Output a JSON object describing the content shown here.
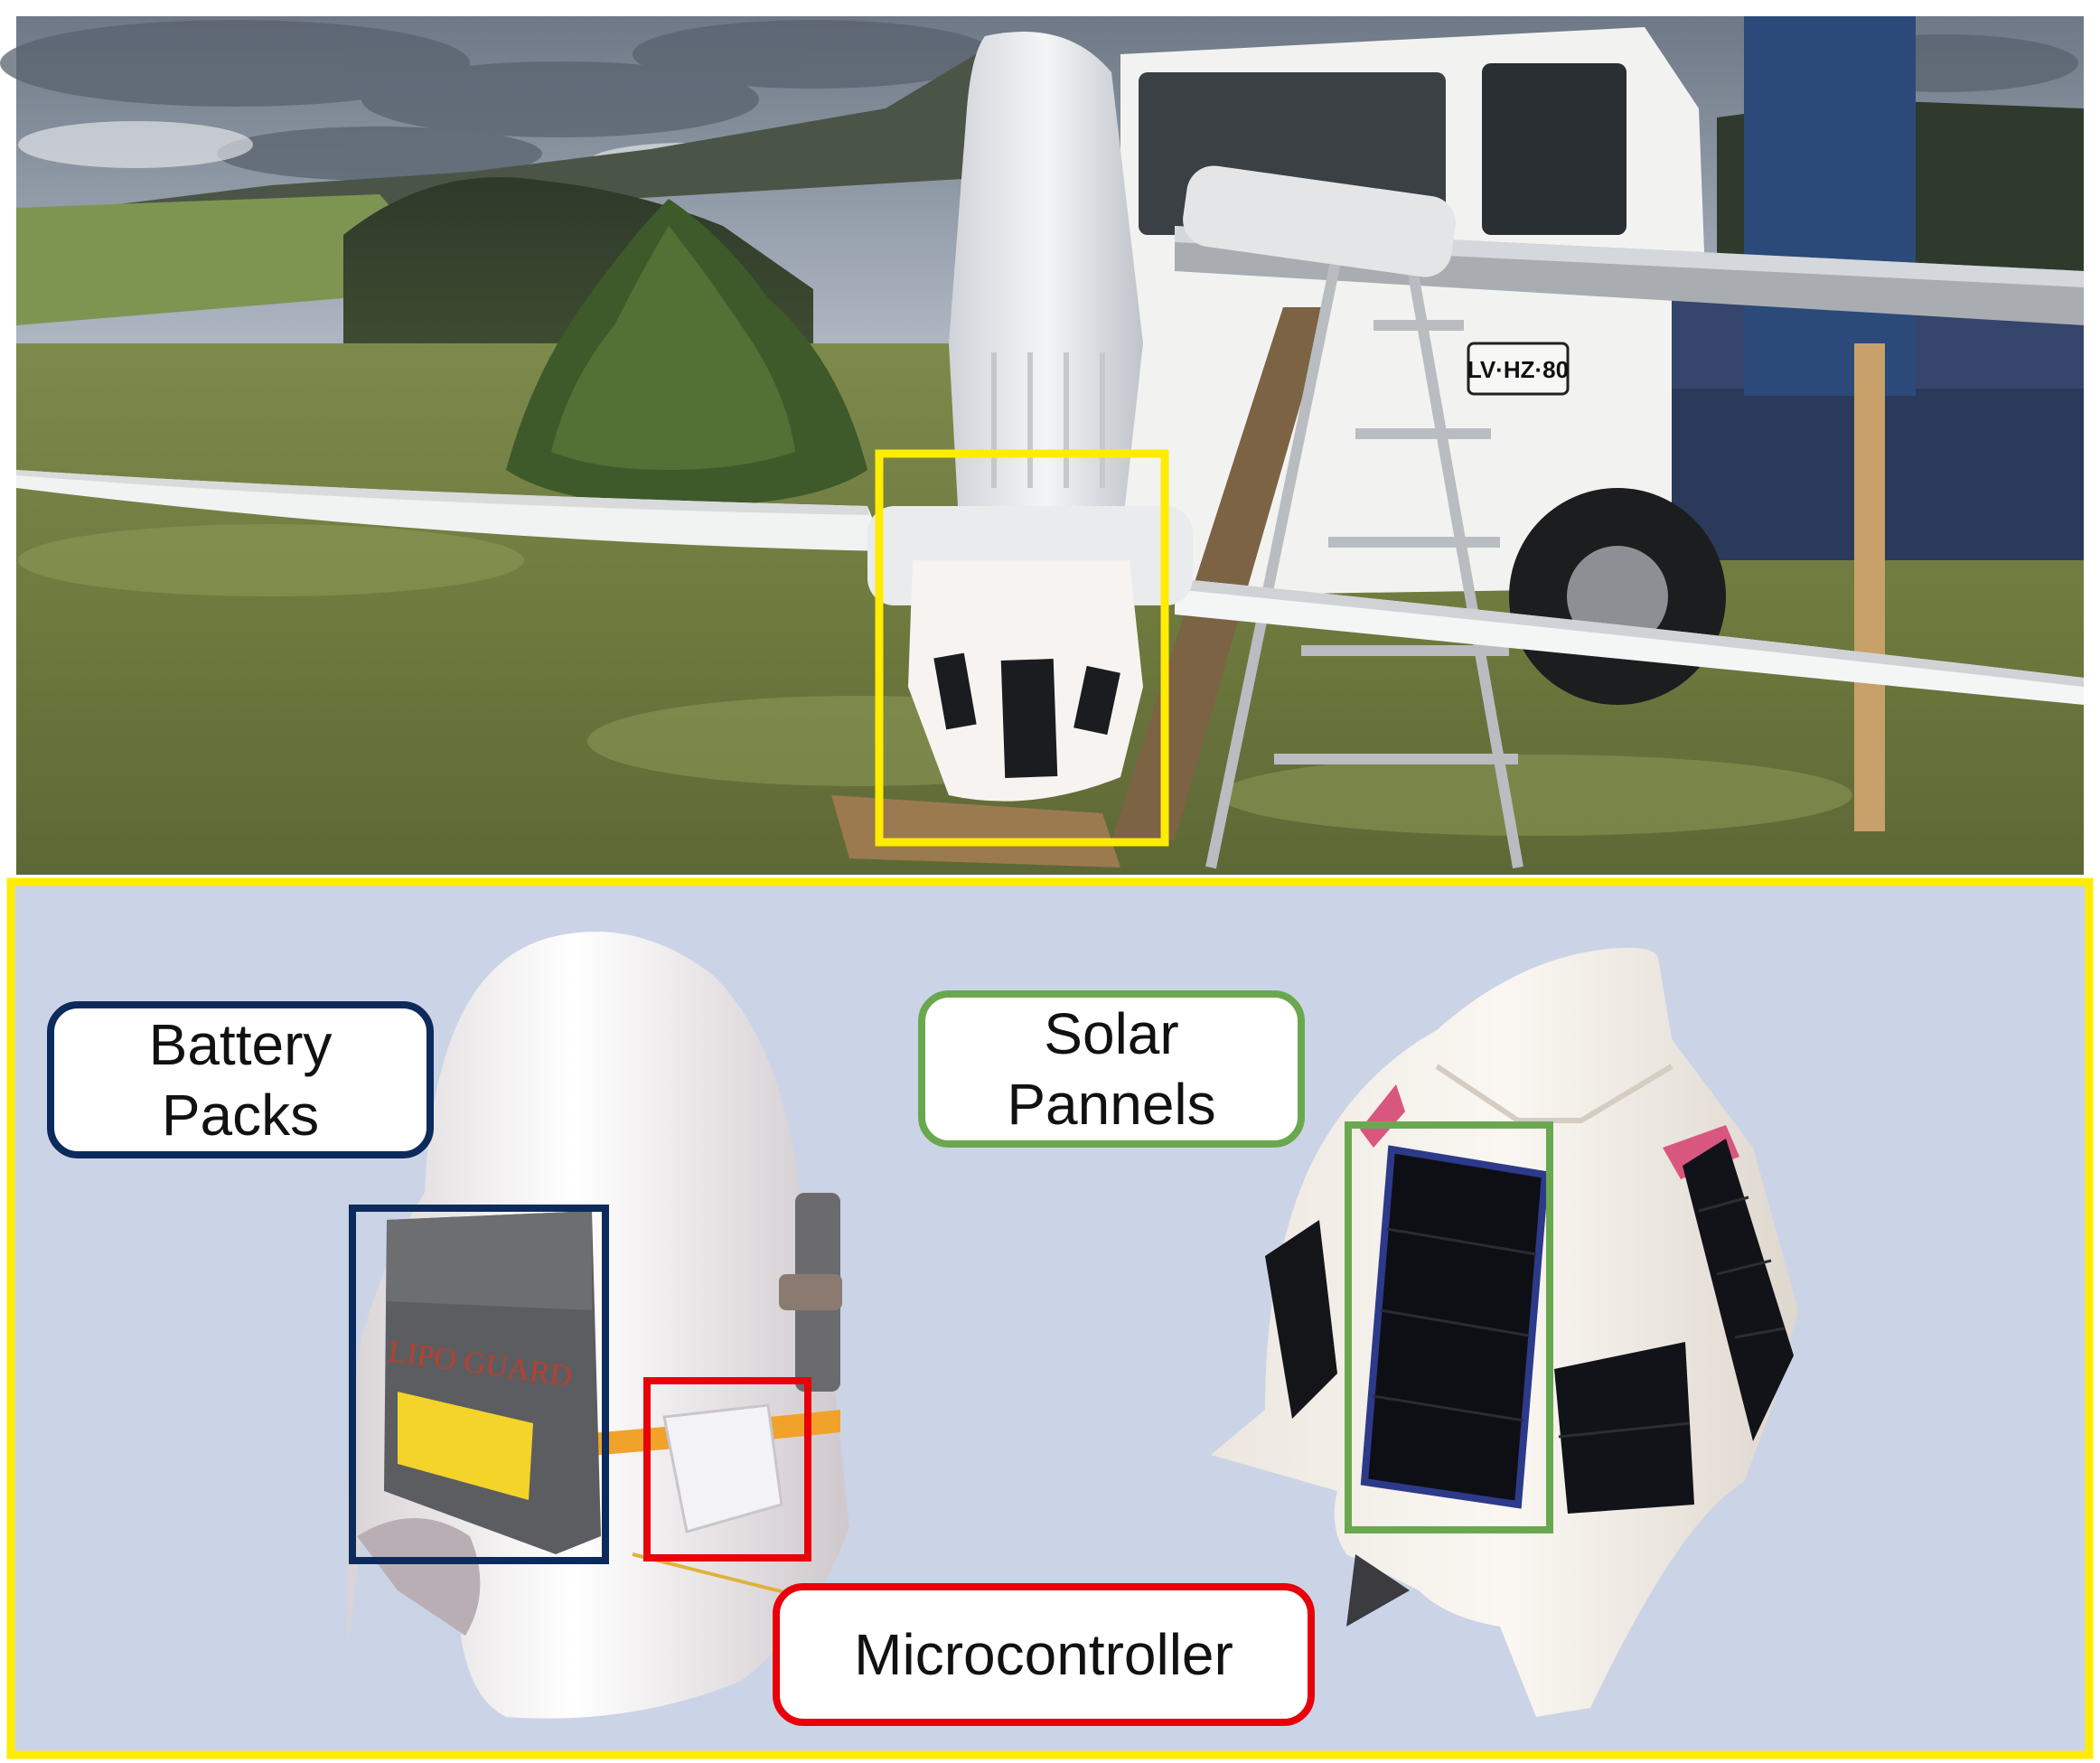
{
  "labels": {
    "battery": {
      "line1": "Battery",
      "line2": "Packs"
    },
    "solar": {
      "line1": "Solar",
      "line2": "Pannels"
    },
    "micro": {
      "text": "Microcontroller"
    }
  },
  "photo_text": {
    "license_plate": "LV·HZ·80",
    "bag_brand": "LIPO GUARD"
  },
  "colors": {
    "highlight_yellow": "#ffec00",
    "battery_blue": "#0c2a5c",
    "solar_green": "#6aa84f",
    "micro_red": "#e8000b",
    "lower_panel_bg": "#cbd4e6"
  }
}
